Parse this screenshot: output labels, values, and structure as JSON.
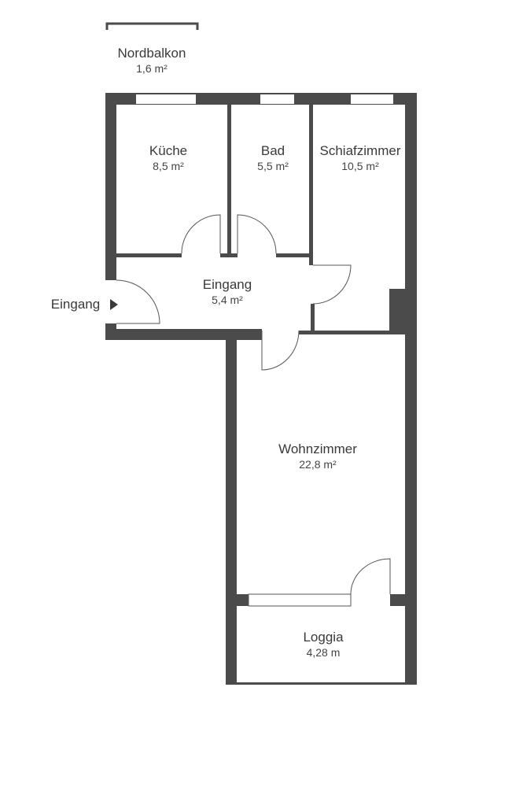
{
  "plan": {
    "colors": {
      "wall": "#4b4b4b",
      "text": "#3a3a3a",
      "background": "#ffffff"
    },
    "rooms": [
      {
        "name": "Nordbalkon",
        "area": "1,6 m²"
      },
      {
        "name": "Küche",
        "area": "8,5 m²"
      },
      {
        "name": "Bad",
        "area": "5,5 m²"
      },
      {
        "name": "Schiafzimmer",
        "area": "10,5 m²"
      },
      {
        "name": "Eingang",
        "area": "5,4 m²"
      },
      {
        "name": "Wohnzimmer",
        "area": "22,8 m²"
      },
      {
        "name": "Loggia",
        "area": "4,28 m"
      }
    ],
    "entrance_label": "Eingang",
    "entrance_icon": "triangle-right-arrow"
  }
}
